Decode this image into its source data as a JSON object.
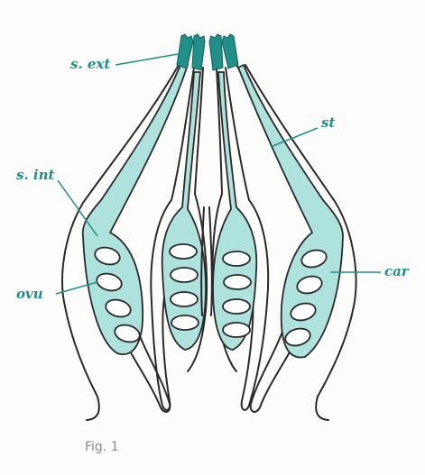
{
  "labels": {
    "s_ext": "s. ext",
    "st": "st",
    "s_int": "s. int",
    "ovu": "ovu",
    "car": "car"
  },
  "caption": "Fig. 1",
  "colors": {
    "tissue": "#aee3dd",
    "stigma": "#1f8f88",
    "label": "#1f8f88",
    "outline": "#2a2a2a"
  }
}
